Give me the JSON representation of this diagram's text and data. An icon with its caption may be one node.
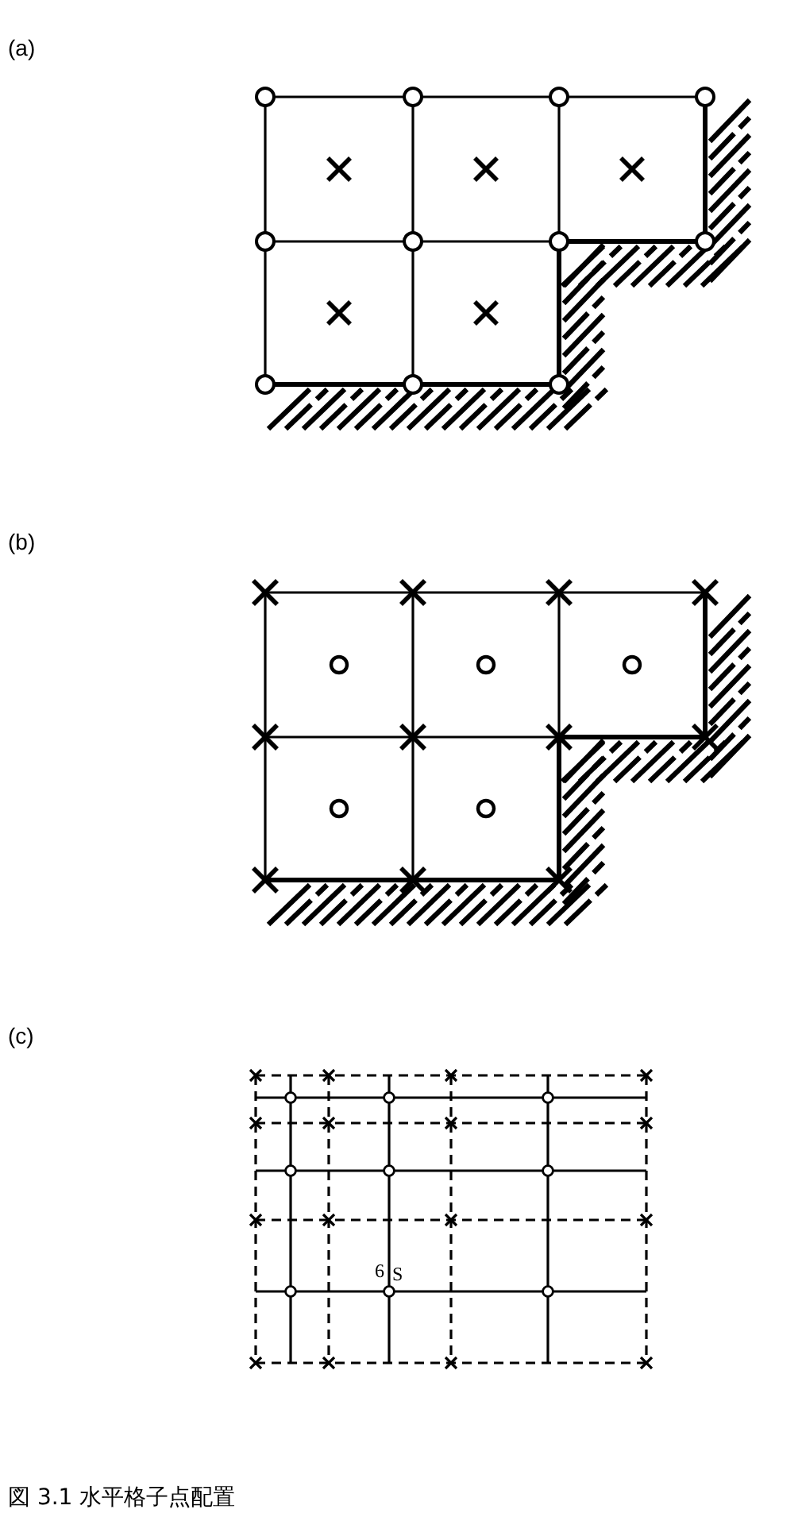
{
  "diagram": {
    "caption": "図 3.1 水平格子点配置",
    "labels": [
      "(a)",
      "(b)",
      "(c)",
      "6",
      "S"
    ]
  }
}
